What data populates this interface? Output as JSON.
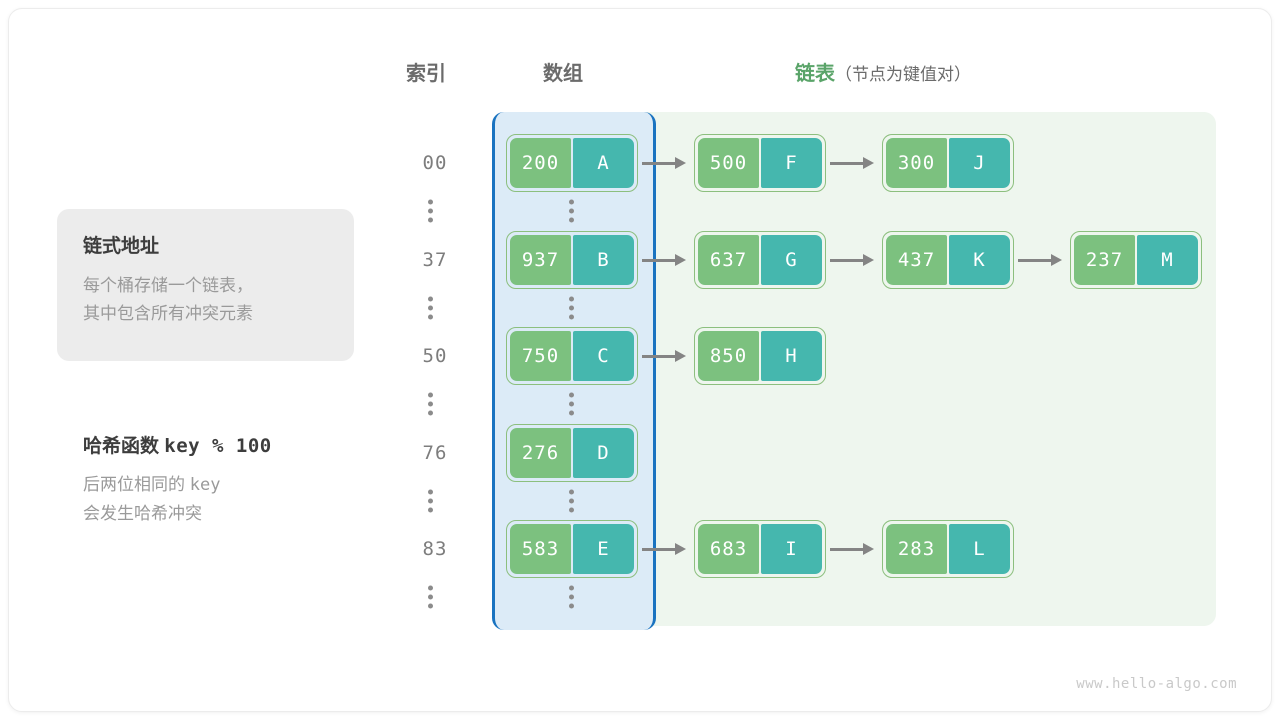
{
  "headers": {
    "index": "索引",
    "array": "数组",
    "list": "链表",
    "list_sub": "（节点为键值对）"
  },
  "info_card": {
    "title": "链式地址",
    "line1": "每个桶存储一个链表，",
    "line2": "其中包含所有冲突元素"
  },
  "note": {
    "title_label": "哈希函数",
    "title_mono": "key % 100",
    "line1_a": "后两位相同的",
    "line1_mono": "key",
    "line2": "会发生哈希冲突"
  },
  "colors": {
    "key_box": "#7cc17f",
    "value_box": "#45b7ae",
    "node_border": "#8cbf7e",
    "bucket_panel": "#dcebf7",
    "bucket_border": "#1a73c0",
    "list_panel": "#eef6ee",
    "list_header": "#5aa469",
    "arrow": "#848484"
  },
  "buckets": [
    {
      "index": "00",
      "nodes": [
        {
          "key": "200",
          "value": "A"
        },
        {
          "key": "500",
          "value": "F"
        },
        {
          "key": "300",
          "value": "J"
        }
      ]
    },
    {
      "index": "37",
      "nodes": [
        {
          "key": "937",
          "value": "B"
        },
        {
          "key": "637",
          "value": "G"
        },
        {
          "key": "437",
          "value": "K"
        },
        {
          "key": "237",
          "value": "M"
        }
      ]
    },
    {
      "index": "50",
      "nodes": [
        {
          "key": "750",
          "value": "C"
        },
        {
          "key": "850",
          "value": "H"
        }
      ]
    },
    {
      "index": "76",
      "nodes": [
        {
          "key": "276",
          "value": "D"
        }
      ]
    },
    {
      "index": "83",
      "nodes": [
        {
          "key": "583",
          "value": "E"
        },
        {
          "key": "683",
          "value": "I"
        },
        {
          "key": "283",
          "value": "L"
        }
      ]
    }
  ],
  "ellipsis_count": 6,
  "footer": "www.hello-algo.com"
}
